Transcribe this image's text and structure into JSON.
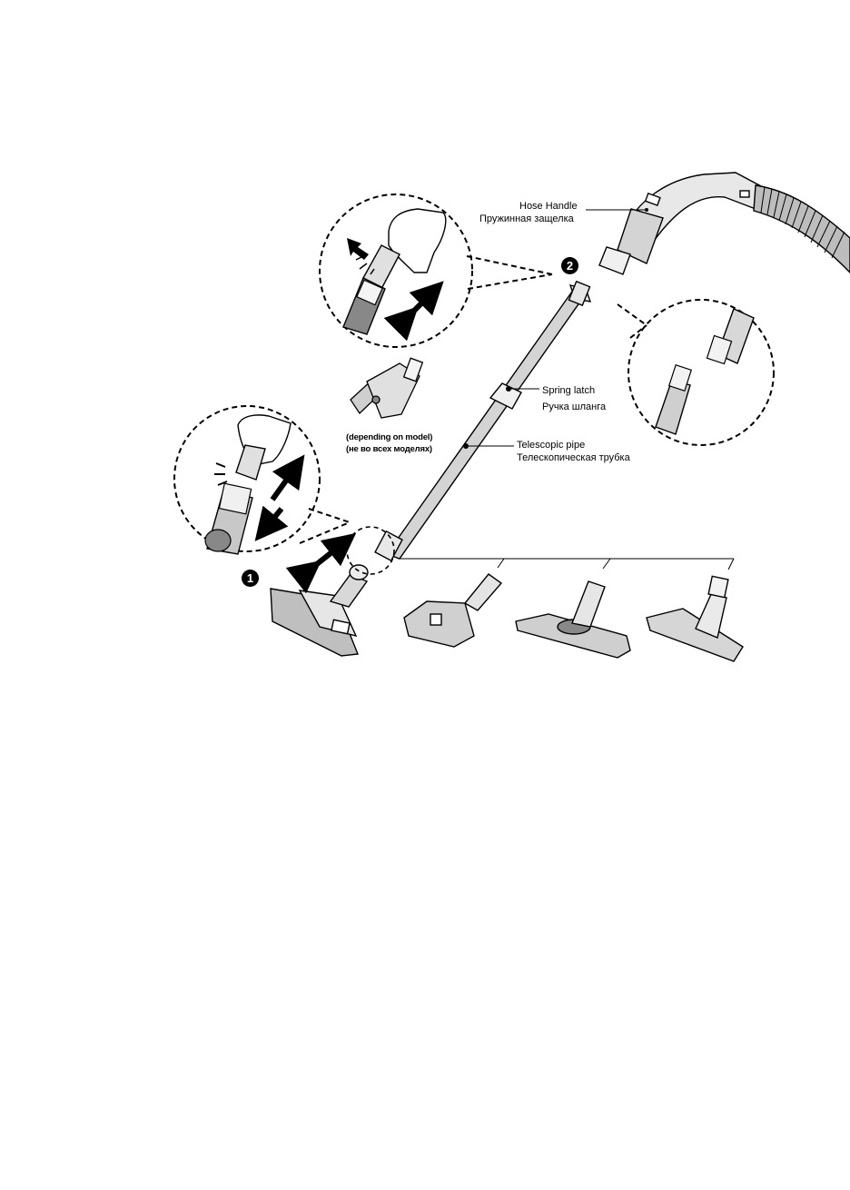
{
  "labels": {
    "hose_handle_en": "Hose Handle",
    "hose_handle_ru": "Пружинная защелка",
    "spring_latch_en": "Spring latch",
    "spring_latch_ru": "Ручка шланга",
    "telescopic_pipe_en": "Telescopic pipe",
    "telescopic_pipe_ru": "Телескопическая трубка",
    "depending_en": "(depending on model)",
    "depending_ru": "(не во всех моделях)"
  },
  "steps": {
    "step1": "1",
    "step2": "2"
  },
  "icons": [
    "hand-press-icon",
    "push-arrow-icon",
    "double-arrow-icon"
  ],
  "colors": {
    "line": "#000000",
    "shade": "#d8d8d8",
    "dark": "#555555"
  }
}
